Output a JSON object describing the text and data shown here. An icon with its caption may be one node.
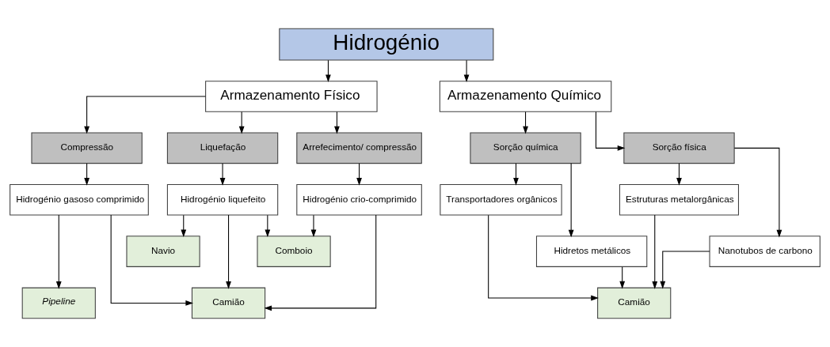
{
  "diagram": {
    "nodes": [
      {
        "text": [
          "Hidrogénio"
        ]
      },
      {
        "text": [
          "Armazenamento Físico"
        ]
      },
      {
        "text": [
          "Armazenamento Químico"
        ]
      },
      {
        "text": [
          "Compressão"
        ]
      },
      {
        "text": [
          "Liquefação"
        ]
      },
      {
        "text": [
          "Arrefecimento/ compressão"
        ]
      },
      {
        "text": [
          "Hidrogénio gasoso comprimido"
        ]
      },
      {
        "text": [
          "Hidrogénio liquefeito"
        ]
      },
      {
        "text": [
          "Hidrogénio crio-comprimido"
        ]
      },
      {
        "text": [
          "Navio"
        ]
      },
      {
        "text": [
          "Comboio"
        ]
      },
      {
        "text": [
          "Pipeline"
        ]
      },
      {
        "text": [
          "Camião"
        ]
      },
      {
        "text": [
          "Sorção química"
        ]
      },
      {
        "text": [
          "Sorção física"
        ]
      },
      {
        "text": [
          "Transportadores orgânicos"
        ]
      },
      {
        "text": [
          "Estruturas metalorgânicas"
        ]
      },
      {
        "text": [
          "Hidretos metálicos"
        ]
      },
      {
        "text": [
          "Nanotubos de carbono"
        ]
      },
      {
        "text": [
          "Camião"
        ]
      }
    ],
    "edges": [
      {
        "from": 0,
        "to": 1,
        "arrow": "to"
      },
      {
        "from": 0,
        "to": 2,
        "arrow": "to"
      },
      {
        "from": 1,
        "to": 3,
        "arrow": "to"
      },
      {
        "from": 1,
        "to": 4,
        "arrow": "to"
      },
      {
        "from": 1,
        "to": 5,
        "arrow": "to"
      },
      {
        "from": 3,
        "to": 6,
        "arrow": "to"
      },
      {
        "from": 4,
        "to": 7,
        "arrow": "to"
      },
      {
        "from": 5,
        "to": 8,
        "arrow": "to"
      },
      {
        "from": 6,
        "to": 11,
        "arrow": "to"
      },
      {
        "from": 6,
        "to": 12,
        "arrow": "to"
      },
      {
        "from": 7,
        "to": 9,
        "arrow": "to"
      },
      {
        "from": 7,
        "to": 12,
        "arrow": "to"
      },
      {
        "from": 7,
        "to": 10,
        "arrow": "to"
      },
      {
        "from": 8,
        "to": 10,
        "arrow": "to"
      },
      {
        "from": 8,
        "to": 12,
        "arrow": "to"
      },
      {
        "from": 2,
        "to": 13,
        "arrow": "to"
      },
      {
        "from": 2,
        "to": 14,
        "arrow": "to"
      },
      {
        "from": 13,
        "to": 15,
        "arrow": "to"
      },
      {
        "from": 13,
        "to": 17,
        "arrow": "to"
      },
      {
        "from": 14,
        "to": 16,
        "arrow": "to"
      },
      {
        "from": 14,
        "to": 18,
        "arrow": "to"
      },
      {
        "from": 15,
        "to": 19,
        "arrow": "to"
      },
      {
        "from": 17,
        "to": 19,
        "arrow": "to"
      },
      {
        "from": 18,
        "to": 19,
        "arrow": "to"
      },
      {
        "from": 16,
        "to": 19,
        "arrow": "to"
      }
    ]
  }
}
